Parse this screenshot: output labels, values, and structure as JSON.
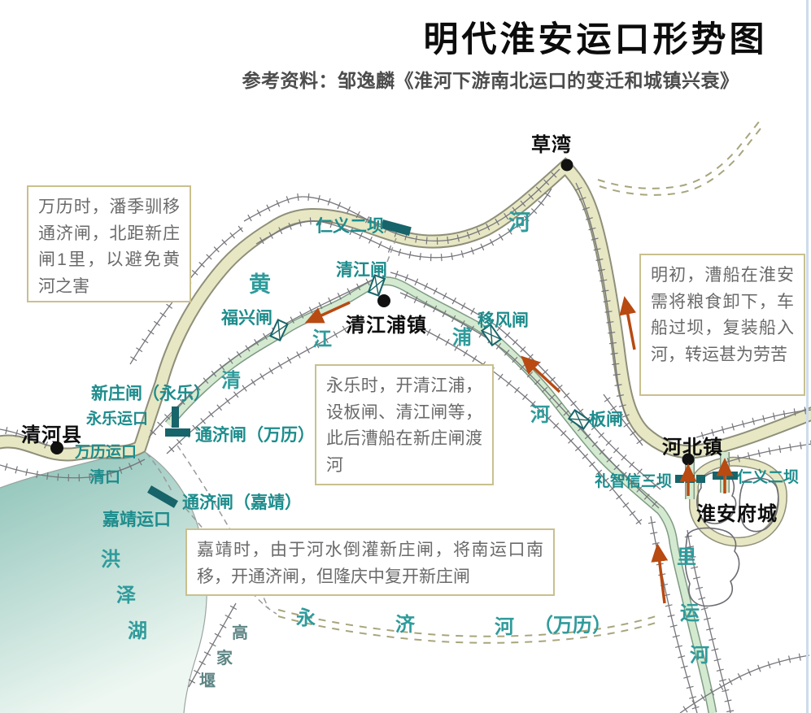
{
  "title": "明代淮安运口形势图",
  "subtitle": "参考资料：邹逸麟《淮河下游南北运口的变迁和城镇兴衰》",
  "notes": {
    "wanli": "万历时，潘季驯移通济闸，北距新庄闸1里，以避免黄河之害",
    "mingchu": "明初，漕船在淮安需将粮食卸下，车船过坝，复装船入河，转运甚为劳苦",
    "yongle": "永乐时，开清江浦，设板闸、清江闸等，此后漕船在新庄闸渡河",
    "jiajing": "嘉靖时，由于河水倒灌新庄闸，将南运口南移，开通济闸，但隆庆中复开新庄闸"
  },
  "places": {
    "caowan": "草湾",
    "qingjiangpuzhen": "清江浦镇",
    "qinghexian": "清河县",
    "hebeizhen": "河北镇",
    "huaianfucheng": "淮安府城"
  },
  "gates": {
    "qingjiangzha": "清江闸",
    "fuxingzha": "福兴闸",
    "yifengzha": "移风闸",
    "banzha": "板闸",
    "xinzhuangzha": "新庄闸（永乐）",
    "tongji_wanli": "通济闸（万历）",
    "tongji_jiajing": "通济闸（嘉靖）"
  },
  "dams": {
    "renyi_top": "仁义二坝",
    "lizhixin": "礼智信三坝",
    "renyi_right": "仁义二坝"
  },
  "mouths": {
    "yongle": "永乐运口",
    "wanli": "万历运口",
    "qingkou": "清口",
    "jiajing": "嘉靖运口"
  },
  "river_chars": {
    "huang": "黄",
    "he_yellow": "河",
    "qing": "清",
    "jiang": "江",
    "pu": "浦",
    "he_canal": "河",
    "li": "里",
    "yun": "运",
    "he_liyun": "河",
    "yong": "永",
    "ji": "济",
    "he_yongji": "河",
    "wanli_paren": "（万历）",
    "hong": "洪",
    "ze": "泽",
    "hu": "湖",
    "gao": "高",
    "jia": "家",
    "yan": "堰"
  },
  "colors": {
    "riverFill": "#e7e7c4",
    "riverEdge": "#8f8f7a",
    "canalFill": "#d4ead0",
    "canalEdge": "#7f9a84",
    "lakeTop": "#8ac1b6",
    "lakeBottom": "#eef7f2",
    "dikeGray": "#76767c",
    "labelTeal": "#1d8c8c",
    "serifTeal": "#2f9b9b",
    "damTeal": "#17646a",
    "arrowOrange": "#b84a12",
    "boxBorder": "#c9c08e",
    "boxText": "#6a6a6a"
  }
}
